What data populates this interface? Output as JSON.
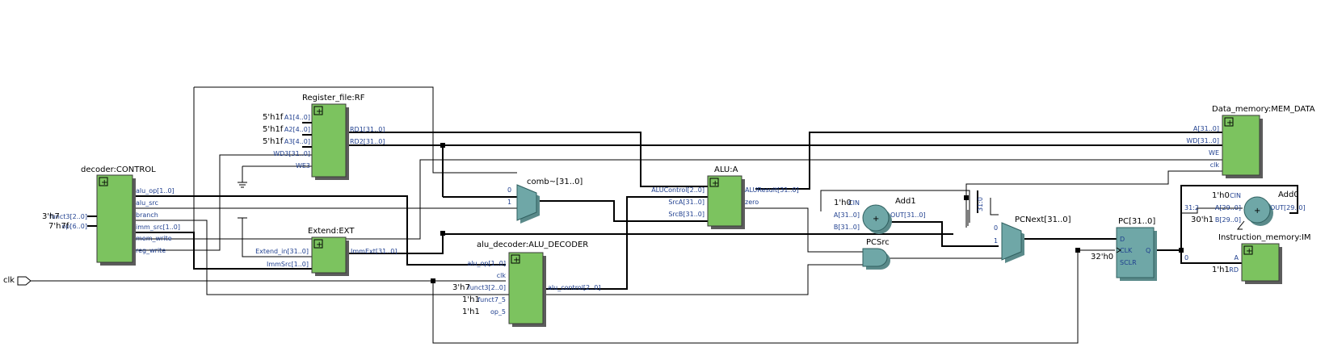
{
  "blocks": {
    "control": {
      "title": "decoder:CONTROL",
      "ports_in": [
        "funct3[2..0]",
        "op[6..0]"
      ],
      "ports_out": [
        "alu_op[1..0]",
        "alu_src",
        "branch",
        "imm_src[1..0]",
        "mem_write",
        "reg_write"
      ]
    },
    "rf": {
      "title": "Register_file:RF",
      "ports_in": [
        "A1[4..0]",
        "A2[4..0]",
        "A3[4..0]",
        "WD3[31..0]",
        "WE3"
      ],
      "ports_out": [
        "RD1[31..0]",
        "RD2[31..0]"
      ]
    },
    "ext": {
      "title": "Extend:EXT",
      "ports_in": [
        "Extend_in[31..0]",
        "ImmSrc[1..0]"
      ],
      "ports_out": [
        "ImmExt[31..0]"
      ]
    },
    "comb": {
      "title": "comb~[31..0]",
      "in0": "0",
      "in1": "1"
    },
    "alu": {
      "title": "ALU:A",
      "ports_in": [
        "ALUControl[2..0]",
        "SrcA[31..0]",
        "SrcB[31..0]"
      ],
      "ports_out": [
        "ALUResult[31..0]",
        "zero"
      ]
    },
    "aludec": {
      "title": "alu_decoder:ALU_DECODER",
      "ports_in": [
        "alu_op[1..0]",
        "clk",
        "funct3[2..0]",
        "funct7_5",
        "op_5"
      ],
      "ports_out": [
        "alu_control[2..0]"
      ]
    },
    "add1": {
      "title": "Add1",
      "cin": "CIN",
      "a": "A[31..0]",
      "b": "B[31..0]",
      "out": "OUT[31..0]",
      "sym": "+"
    },
    "pcsrc": {
      "title": "PCSrc"
    },
    "pcnext": {
      "title": "PCNext[31..0]",
      "in0": "0",
      "in1": "1"
    },
    "pc": {
      "title": "PC[31..0]",
      "d": "D",
      "clk": "CLK",
      "sclr": "SCLR",
      "q": "Q"
    },
    "mem": {
      "title": "Data_memory:MEM_DATA",
      "ports_in": [
        "A[31..0]",
        "WD[31..0]",
        "WE",
        "clk"
      ]
    },
    "add0": {
      "title": "Add0",
      "cin": "CIN",
      "a": "A[29..0]",
      "b": "B[29..0]",
      "out": "OUT[29..0]",
      "sym": "+"
    },
    "im": {
      "title": "Instruction_memory:IM",
      "ports_in": [
        "A",
        "RD"
      ]
    }
  },
  "constants": {
    "funct3": "3'h7",
    "op": "7'h7f",
    "a1": "5'h1f",
    "a2": "5'h1f",
    "a3": "5'h1f",
    "dec_funct3": "3'h7",
    "funct7": "1'h1",
    "op5": "1'h1",
    "add1_cin": "1'h0",
    "add0_cin": "1'h0",
    "add0_b": "30'h1",
    "pc_sclr": "32'h0",
    "im_rd": "1'h1"
  },
  "labels": {
    "clk": "clk",
    "slice": "31:2",
    "pad": "0",
    "pcn_tap": "31:0"
  }
}
